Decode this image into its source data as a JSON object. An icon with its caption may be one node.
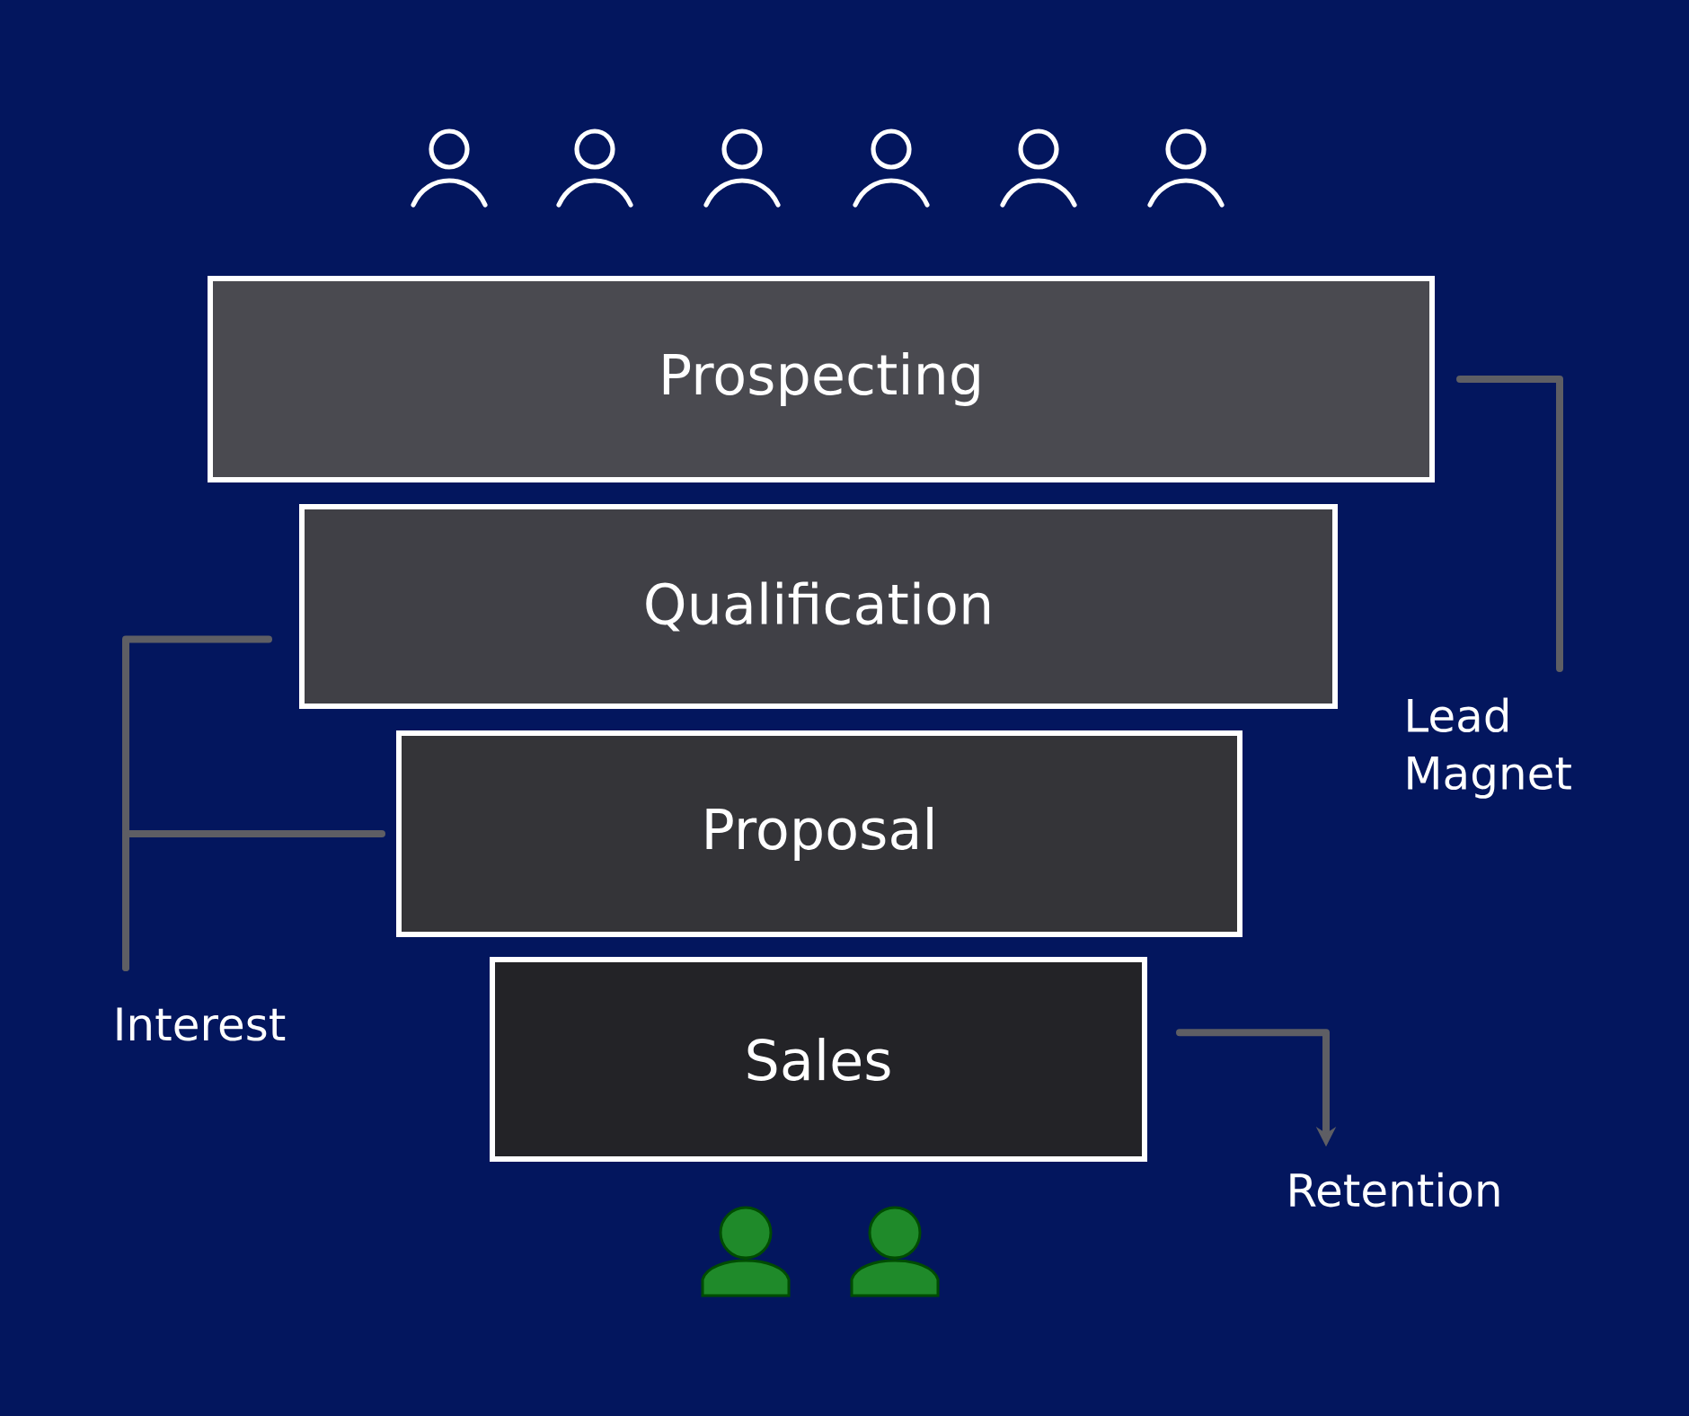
{
  "diagram": {
    "nodes": [
      {
        "text": [
          "Prospecting"
        ]
      },
      {
        "text": [
          "Qualification"
        ]
      },
      {
        "text": [
          "Proposal"
        ]
      },
      {
        "text": [
          "Sales"
        ]
      },
      {
        "text": [
          "Lead Magnet"
        ]
      },
      {
        "text": [
          "Interest"
        ]
      },
      {
        "text": [
          "Retention"
        ]
      }
    ],
    "edges": [
      {
        "from": 4,
        "to": 0,
        "arrow": "none"
      },
      {
        "from": 5,
        "to": 1,
        "arrow": "none"
      },
      {
        "from": 5,
        "to": 2,
        "arrow": "none"
      },
      {
        "from": 3,
        "to": 6,
        "arrow": "to"
      }
    ]
  }
}
